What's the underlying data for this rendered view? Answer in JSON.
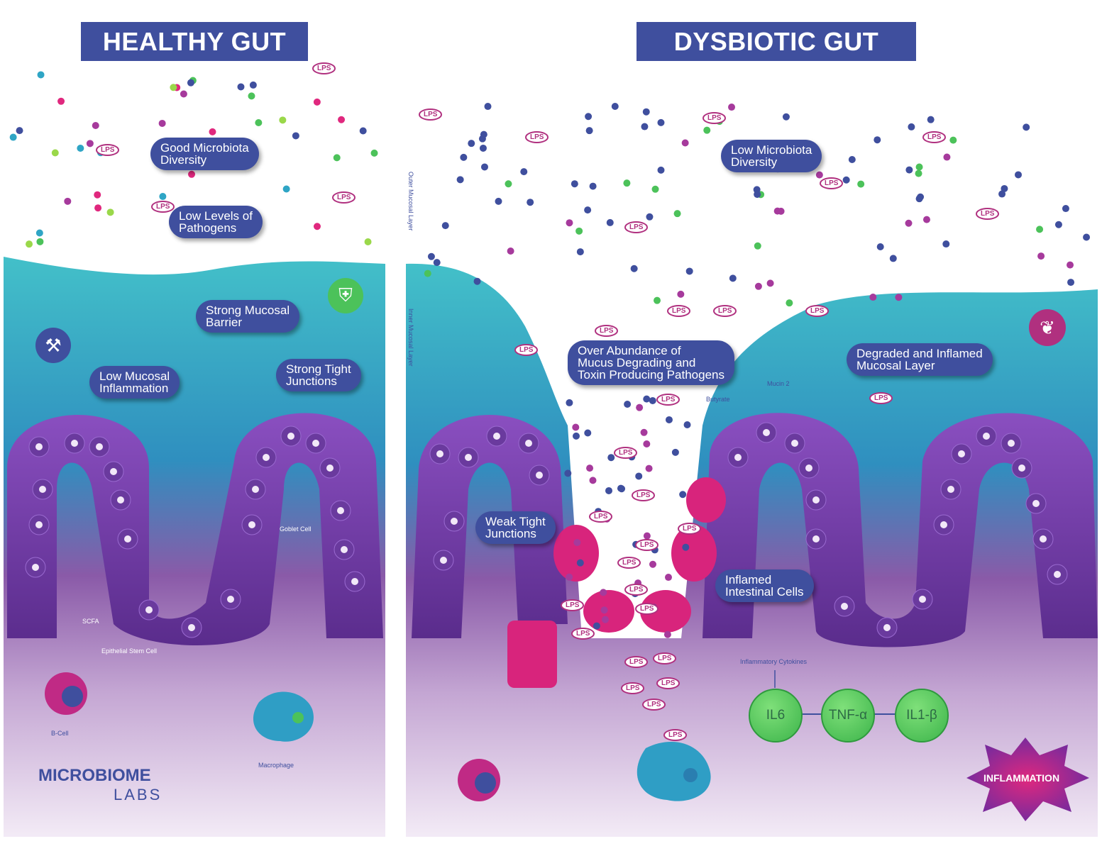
{
  "healthy": {
    "title": "HEALTHY GUT",
    "labels": {
      "diversity": "Good Microbiota\nDiversity",
      "pathogens": "Low Levels of\nPathogens",
      "barrier": "Strong Mucosal\nBarrier",
      "inflammation": "Low Mucosal\nInflammation",
      "junctions": "Strong Tight\nJunctions"
    },
    "small": {
      "goblet": "Goblet Cell",
      "scfa": "SCFA",
      "stem": "Epithelial Stem Cell",
      "bcell": "B-Cell",
      "macrophage": "Macrophage"
    }
  },
  "dysbiotic": {
    "title": "DYSBIOTIC GUT",
    "labels": {
      "diversity": "Low Microbiota\nDiversity",
      "abundance": "Over Abundance of\nMucus Degrading and\nToxin Producing Pathogens",
      "degraded": "Degraded and Inflamed\nMucosal Layer",
      "weak": "Weak Tight\nJunctions",
      "inflamed": "Inflamed\nIntestinal Cells"
    },
    "small": {
      "outer": "Outer Mucosal Layer",
      "inner": "Inner Mucosal Layer",
      "butyrate": "Butyrate",
      "mucin": "Mucin 2",
      "cytokines_title": "Inflammatory Cytokines"
    },
    "cytokines": [
      "IL6",
      "TNF-α",
      "IL1-β"
    ],
    "inflammation": "INFLAMMATION"
  },
  "lps_label": "LPS",
  "logo": {
    "line1": "MICROBIOME",
    "line2": "LABS"
  },
  "colors": {
    "navy": "#3f4f9e",
    "teal": "#3dbcc8",
    "purple": "#7b3fa8",
    "magenta": "#e0287e",
    "green": "#4cc25a"
  }
}
